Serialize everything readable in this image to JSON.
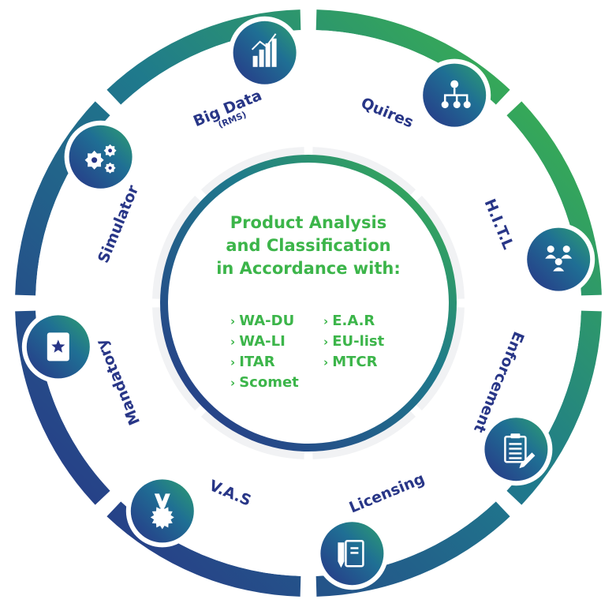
{
  "center": {
    "title_lines": [
      "Product Analysis",
      "and Classification",
      "in Accordance with:"
    ]
  },
  "standards": {
    "left": [
      "WA-DU",
      "WA-LI",
      "ITAR",
      "Scomet"
    ],
    "right": [
      "E.A.R",
      "EU-list",
      "MTCR"
    ],
    "bullet": "›"
  },
  "segments": [
    {
      "label": "Quires",
      "sublabel": "",
      "icon": "hierarchy-icon"
    },
    {
      "label": "H.I.T.L",
      "sublabel": "",
      "icon": "people-network-icon"
    },
    {
      "label": "Enforcement",
      "sublabel": "",
      "icon": "clipboard-pen-icon"
    },
    {
      "label": "Licensing",
      "sublabel": "",
      "icon": "license-document-icon"
    },
    {
      "label": "V.A.S",
      "sublabel": "",
      "icon": "award-badge-icon"
    },
    {
      "label": "Mandatory",
      "sublabel": "",
      "icon": "star-book-icon"
    },
    {
      "label": "Simulator",
      "sublabel": "",
      "icon": "gears-icon"
    },
    {
      "label": "Big Data",
      "sublabel": "(RMS)",
      "icon": "bar-chart-icon"
    }
  ],
  "colors": {
    "navy": "#283687",
    "green": "#3cb54a",
    "teal": "#1e7f88",
    "inner_ring": "#f1f2f4",
    "divider": "#d3d5d9"
  }
}
